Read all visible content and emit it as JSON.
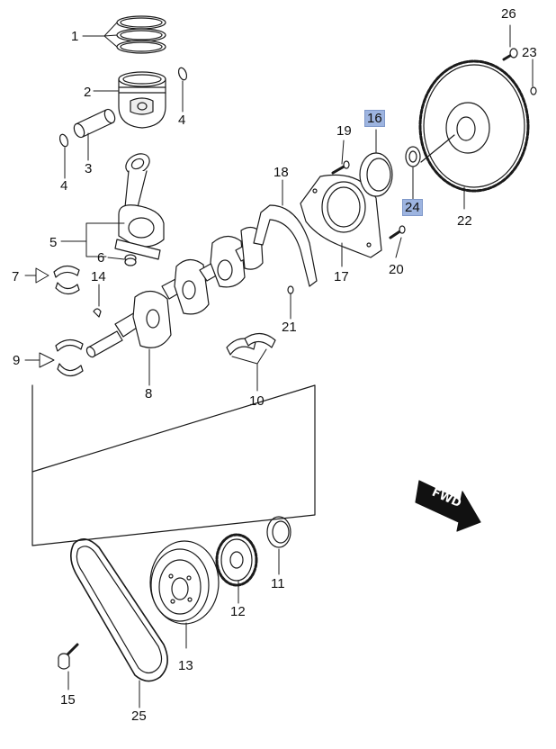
{
  "callouts": [
    {
      "id": "1",
      "text": "1",
      "highlight": false
    },
    {
      "id": "2",
      "text": "2",
      "highlight": false
    },
    {
      "id": "3",
      "text": "3",
      "highlight": false
    },
    {
      "id": "4a",
      "text": "4",
      "highlight": false
    },
    {
      "id": "4b",
      "text": "4",
      "highlight": false
    },
    {
      "id": "5",
      "text": "5",
      "highlight": false
    },
    {
      "id": "6",
      "text": "6",
      "highlight": false
    },
    {
      "id": "7",
      "text": "7",
      "highlight": false
    },
    {
      "id": "8",
      "text": "8",
      "highlight": false
    },
    {
      "id": "9",
      "text": "9",
      "highlight": false
    },
    {
      "id": "10",
      "text": "10",
      "highlight": false
    },
    {
      "id": "11",
      "text": "11",
      "highlight": false
    },
    {
      "id": "12",
      "text": "12",
      "highlight": false
    },
    {
      "id": "13",
      "text": "13",
      "highlight": false
    },
    {
      "id": "14",
      "text": "14",
      "highlight": false
    },
    {
      "id": "15",
      "text": "15",
      "highlight": false
    },
    {
      "id": "16",
      "text": "16",
      "highlight": true
    },
    {
      "id": "17",
      "text": "17",
      "highlight": false
    },
    {
      "id": "18",
      "text": "18",
      "highlight": false
    },
    {
      "id": "19",
      "text": "19",
      "highlight": false
    },
    {
      "id": "20",
      "text": "20",
      "highlight": false
    },
    {
      "id": "21",
      "text": "21",
      "highlight": false
    },
    {
      "id": "22",
      "text": "22",
      "highlight": false
    },
    {
      "id": "23",
      "text": "23",
      "highlight": false
    },
    {
      "id": "24",
      "text": "24",
      "highlight": true
    },
    {
      "id": "25",
      "text": "25",
      "highlight": false
    },
    {
      "id": "26",
      "text": "26",
      "highlight": false
    }
  ],
  "direction_marker": {
    "text": "FWD"
  },
  "colors": {
    "line": "#1a1a1a",
    "highlight": "#9db4e0",
    "part_fill": "#ffffff",
    "shade": "#d9d9d9"
  }
}
